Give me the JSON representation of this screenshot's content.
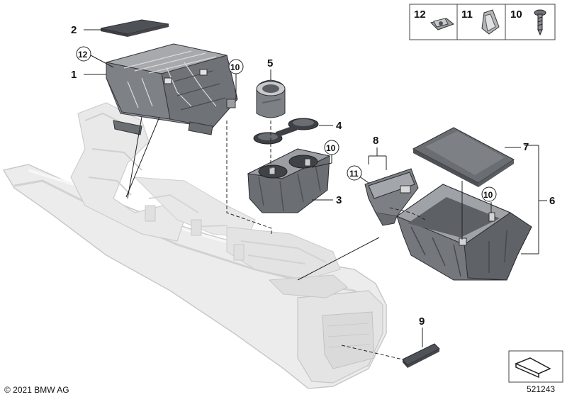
{
  "diagram": {
    "callouts": [
      "1",
      "2",
      "3",
      "4",
      "5",
      "6",
      "7",
      "8",
      "9"
    ],
    "circled_refs": [
      "12",
      "10",
      "10",
      "11",
      "10"
    ],
    "fastener_box": {
      "items": [
        {
          "number": "12",
          "icon": "clip-nut-icon"
        },
        {
          "number": "11",
          "icon": "spring-clip-icon"
        },
        {
          "number": "10",
          "icon": "screw-icon"
        }
      ]
    },
    "copyright": "© 2021 BMW AG",
    "diagram_number": "521243",
    "colors": {
      "console_fill": "#e6e6e6",
      "console_stroke": "#c8c8c8",
      "part_dark": "#5b5e63",
      "part_mid": "#8a8d92",
      "part_light": "#b9bbbe",
      "line": "#222222"
    }
  }
}
